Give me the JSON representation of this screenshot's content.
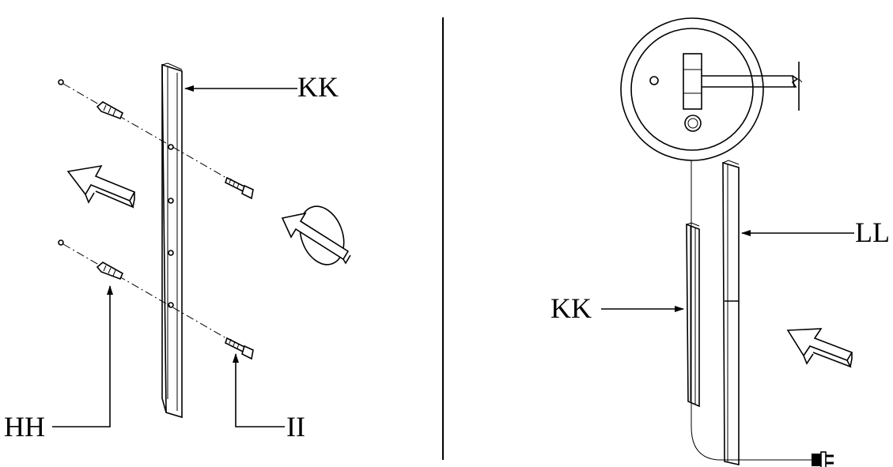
{
  "labels": {
    "kk_left": "KK",
    "hh": "HH",
    "ii": "II",
    "kk_right": "KK",
    "ll": "LL"
  }
}
